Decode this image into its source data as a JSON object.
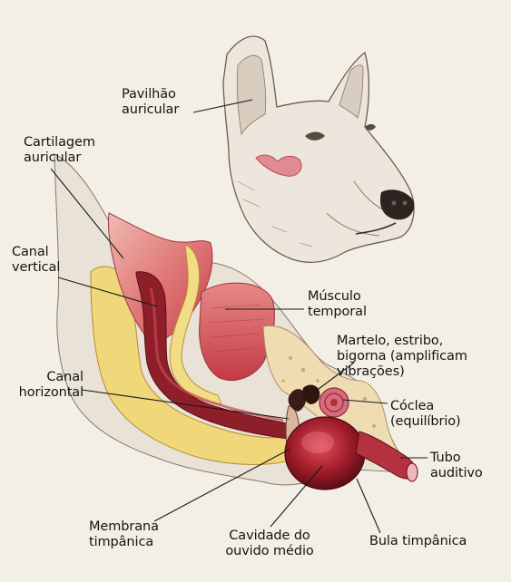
{
  "labels": {
    "pavilhao": "Pavilhão\nauricular",
    "cartilagem": "Cartilagem\nauricular",
    "canal_vertical": "Canal\nvertical",
    "musculo": "Músculo\ntemporal",
    "martelo": "Martelo, estribo,\nbigorna (amplificam\nvibrações)",
    "canal_horizontal": "Canal\nhorizontal",
    "coclea": "Cóclea\n(equilíbrio)",
    "tubo": "Tubo\nauditivo",
    "membrana": "Membrana\ntimpânica",
    "cavidade": "Cavidade do\nouvido médio",
    "bula": "Bula timpânica"
  },
  "colors": {
    "background": "#f3efe6",
    "canal": "#8e1f28",
    "tissue": "#d8505a",
    "fat": "#efd77a",
    "bone": "#f0dcb2",
    "dog_fur": "#ece6dc"
  }
}
